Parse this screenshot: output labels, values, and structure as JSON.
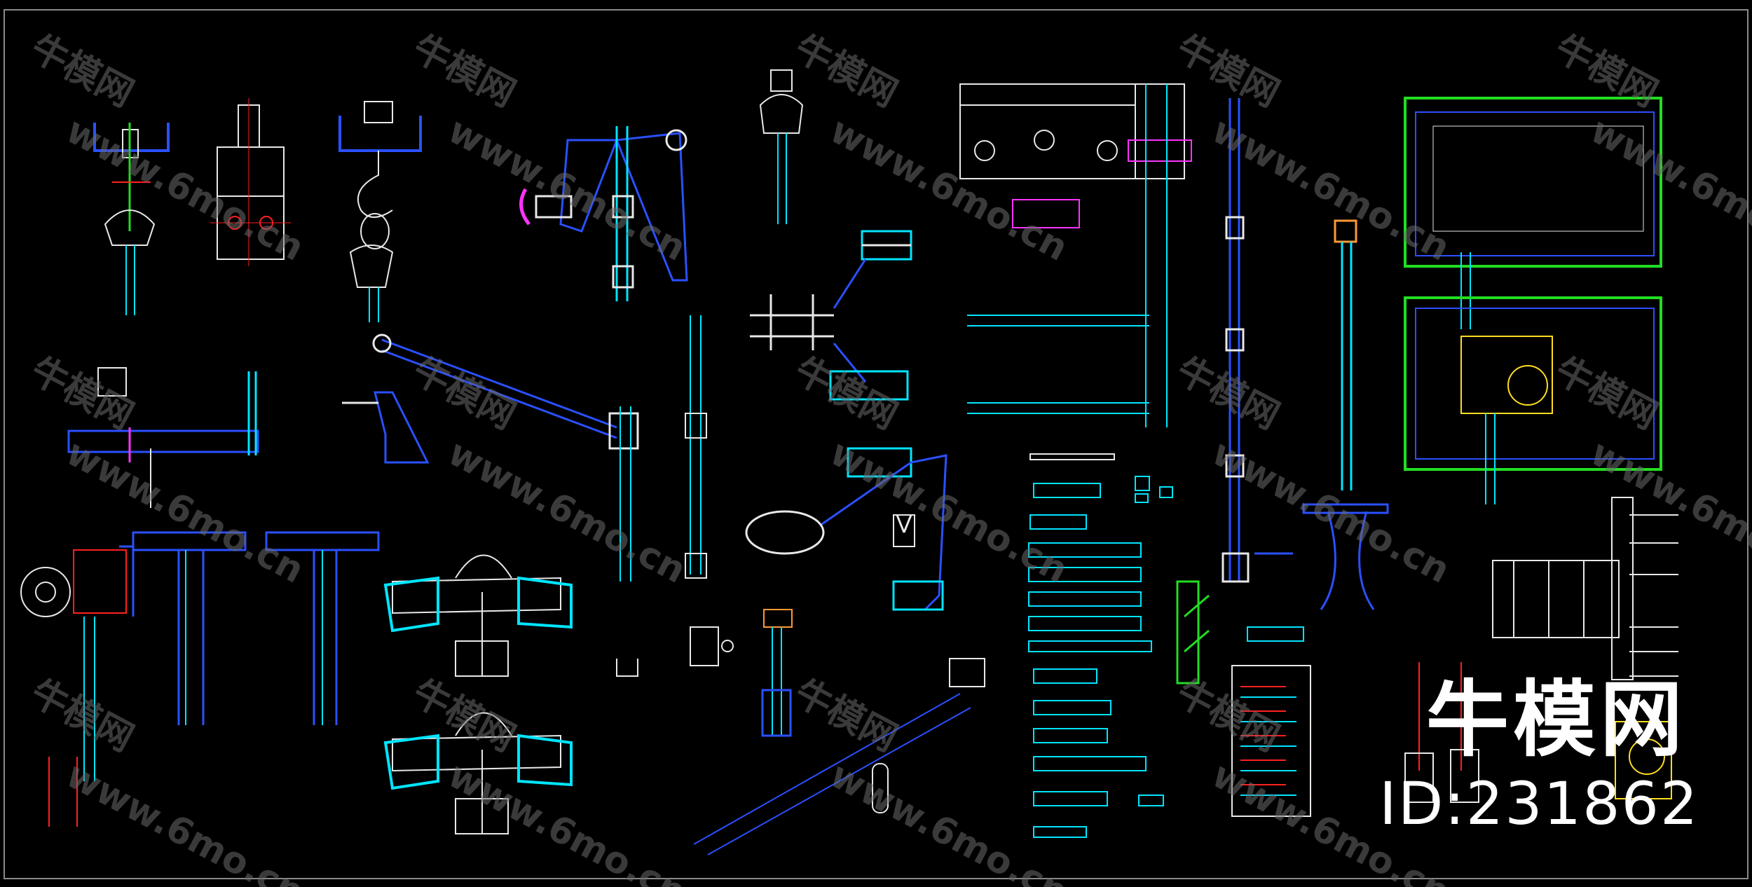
{
  "watermark": {
    "site_zh": "牛模网",
    "site_url": "www.6mo.cn"
  },
  "brand": {
    "name_zh": "牛模网",
    "id_label": "ID:231862"
  },
  "colors": {
    "background": "#000000",
    "frame": "#8a8a8a",
    "line_white": "#e8e8e8",
    "line_cyan": "#00e5ff",
    "line_blue": "#2a50ff",
    "line_magenta": "#ff33ff",
    "line_red": "#ff2020",
    "line_green": "#22dd22",
    "line_yellow": "#ffdd22",
    "line_orange": "#ff9a33",
    "watermark": "#6a6a6a"
  }
}
